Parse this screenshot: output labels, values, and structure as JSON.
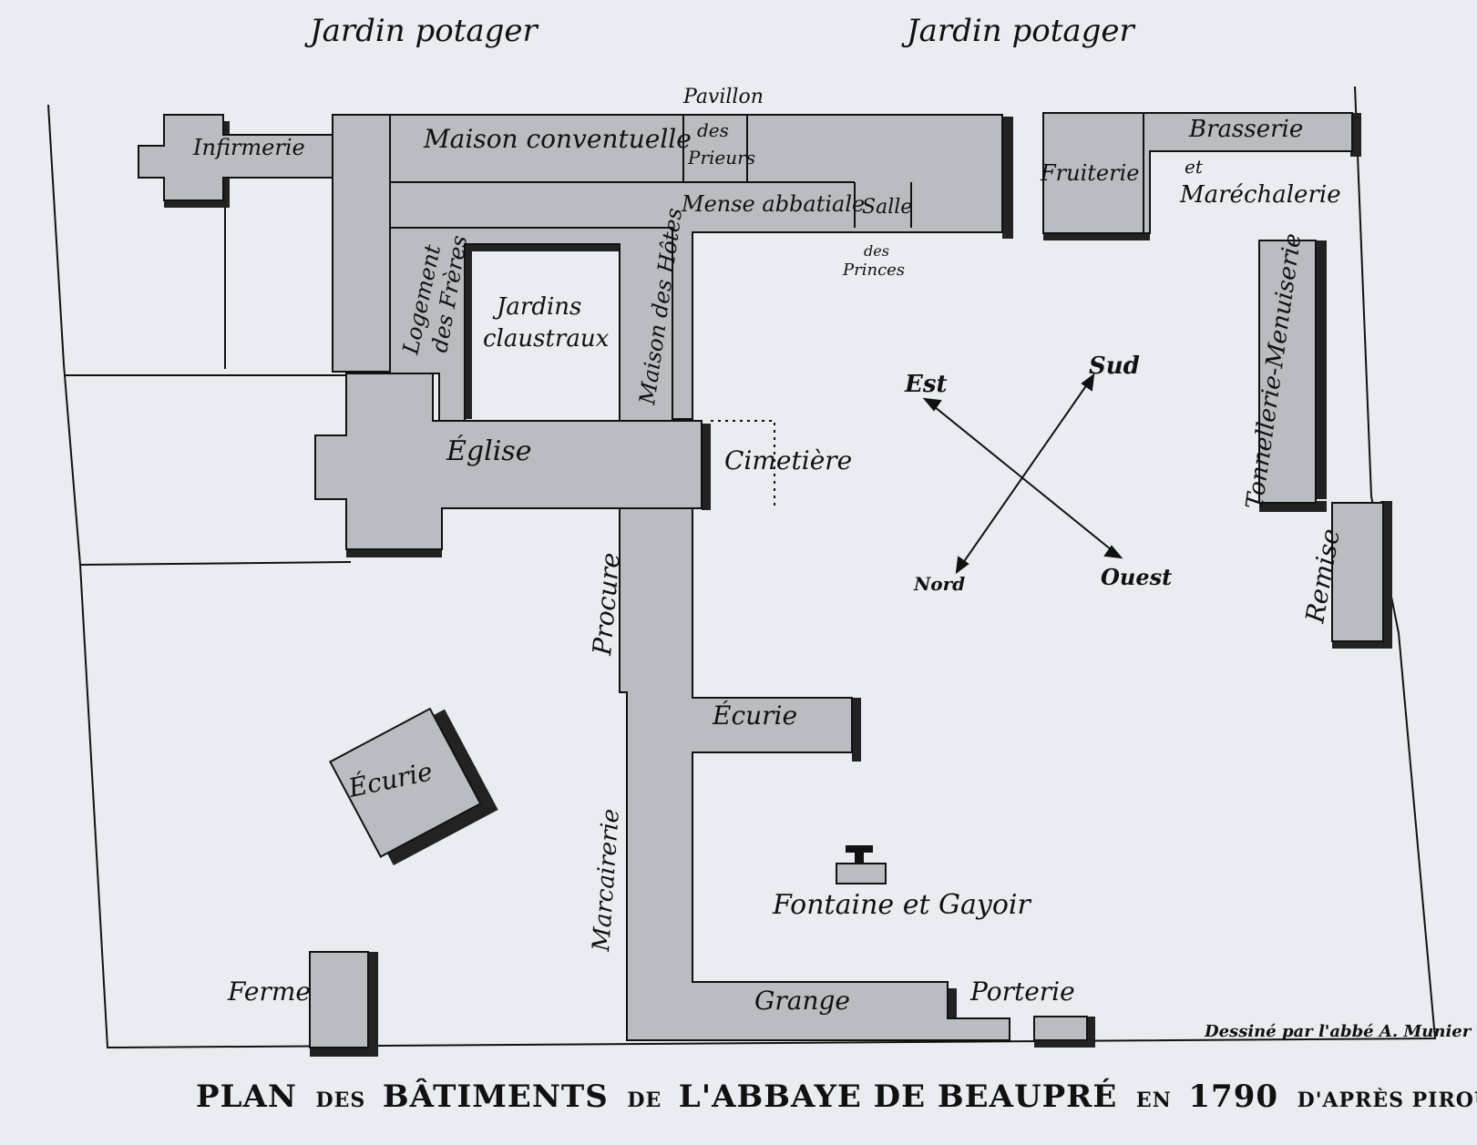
{
  "top_labels": {
    "left": "Jardin potager",
    "right": "Jardin potager"
  },
  "buildings": {
    "infirmerie": "Infirmerie",
    "maison_conventuelle": "Maison conventuelle",
    "pavillon_1": "Pavillon",
    "pavillon_2": "des",
    "pavillon_3": "Prieurs",
    "mense_abbatiale": "Mense abbatiale",
    "salle": "Salle",
    "salle_des": "des",
    "salle_princes": "Princes",
    "fruiterie": "Fruiterie",
    "brasserie": "Brasserie",
    "brasserie_et": "et",
    "marechalerie": "Maréchalerie",
    "logement_1": "Logement",
    "logement_2": "des Frères",
    "jardins_1": "Jardins",
    "jardins_2": "claustraux",
    "maison_hotes": "Maison des Hôtes",
    "eglise": "Église",
    "cimetiere": "Cimetière",
    "tonnellerie": "Tonnellerie-Menuiserie",
    "remise": "Remise",
    "procure": "Procure",
    "ecurie_east": "Écurie",
    "ecurie_west": "Écurie",
    "marcairerie": "Marcairerie",
    "fontaine": "Fontaine et Gayoir",
    "ferme": "Ferme",
    "grange": "Grange",
    "porterie": "Porterie"
  },
  "compass": {
    "est": "Est",
    "sud": "Sud",
    "nord": "Nord",
    "ouest": "Ouest"
  },
  "signature": "Dessiné par l'abbé A. Munier",
  "caption": {
    "p1": "PLAN",
    "p2": "DES",
    "p3": "BÂTIMENTS",
    "p4": "DE",
    "p5": "L'ABBAYE DE BEAUPRÉ",
    "p6": "EN",
    "p7": "1790",
    "p8": "D'APRÈS PIROUX"
  }
}
